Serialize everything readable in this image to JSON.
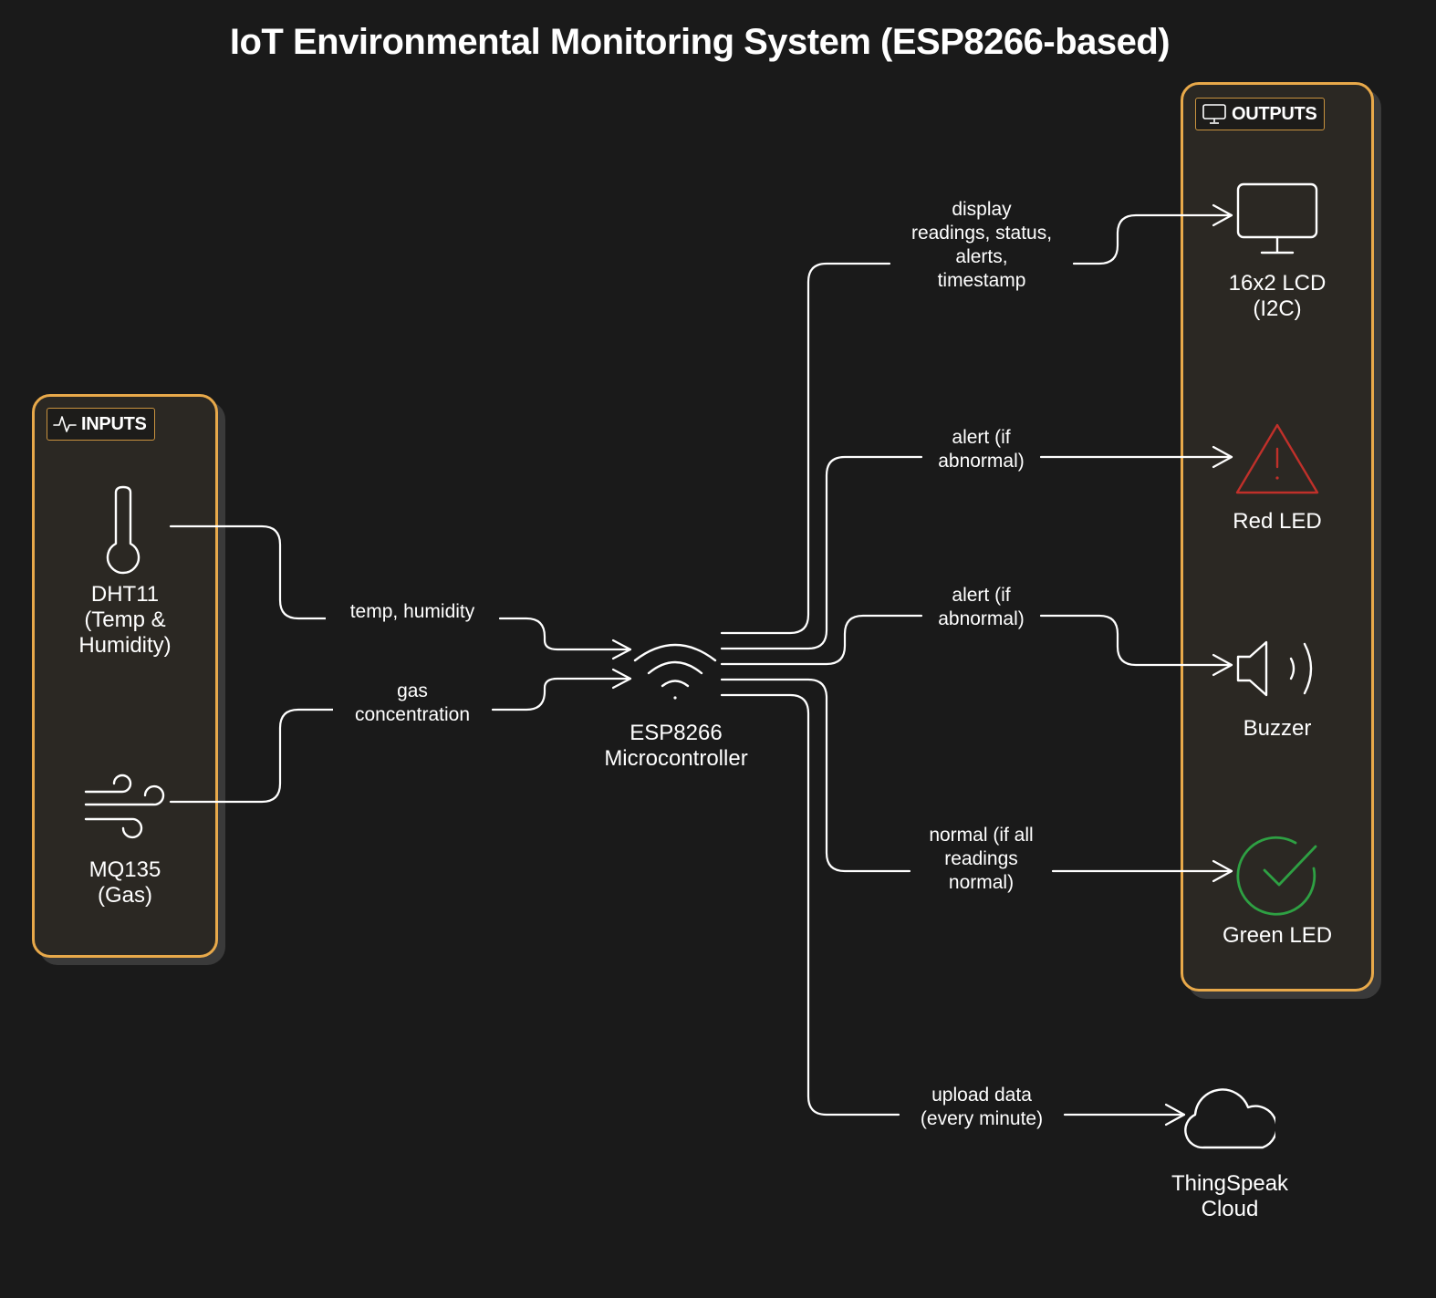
{
  "title": "IoT Environmental Monitoring System (ESP8266-based)",
  "colors": {
    "background": "#1a1a1a",
    "group_fill": "#2b2823",
    "group_border": "#e8a94a",
    "alert_red": "#c0302a",
    "ok_green": "#2ea043",
    "line": "#ffffff"
  },
  "groups": {
    "inputs": {
      "label": "INPUTS",
      "icon": "activity-icon"
    },
    "outputs": {
      "label": "OUTPUTS",
      "icon": "monitor-icon"
    }
  },
  "nodes": {
    "dht11": {
      "label": "DHT11\n(Temp &\nHumidity)",
      "icon": "thermometer-icon"
    },
    "mq135": {
      "label": "MQ135\n(Gas)",
      "icon": "wind-icon"
    },
    "esp8266": {
      "label": "ESP8266\nMicrocontroller",
      "icon": "wifi-icon"
    },
    "lcd": {
      "label": "16x2 LCD\n(I2C)",
      "icon": "monitor-icon"
    },
    "red_led": {
      "label": "Red LED",
      "icon": "warning-triangle-icon"
    },
    "buzzer": {
      "label": "Buzzer",
      "icon": "speaker-icon"
    },
    "green_led": {
      "label": "Green LED",
      "icon": "check-circle-icon"
    },
    "thingspeak": {
      "label": "ThingSpeak\nCloud",
      "icon": "cloud-icon"
    }
  },
  "edges": {
    "dht_to_esp": "temp, humidity",
    "mq_to_esp": "gas\nconcentration",
    "esp_to_lcd": "display\nreadings, status,\nalerts,\ntimestamp",
    "esp_to_red": "alert (if\nabnormal)",
    "esp_to_buzzer": "alert (if\nabnormal)",
    "esp_to_green": "normal (if all\nreadings\nnormal)",
    "esp_to_cloud": "upload data\n(every minute)"
  }
}
